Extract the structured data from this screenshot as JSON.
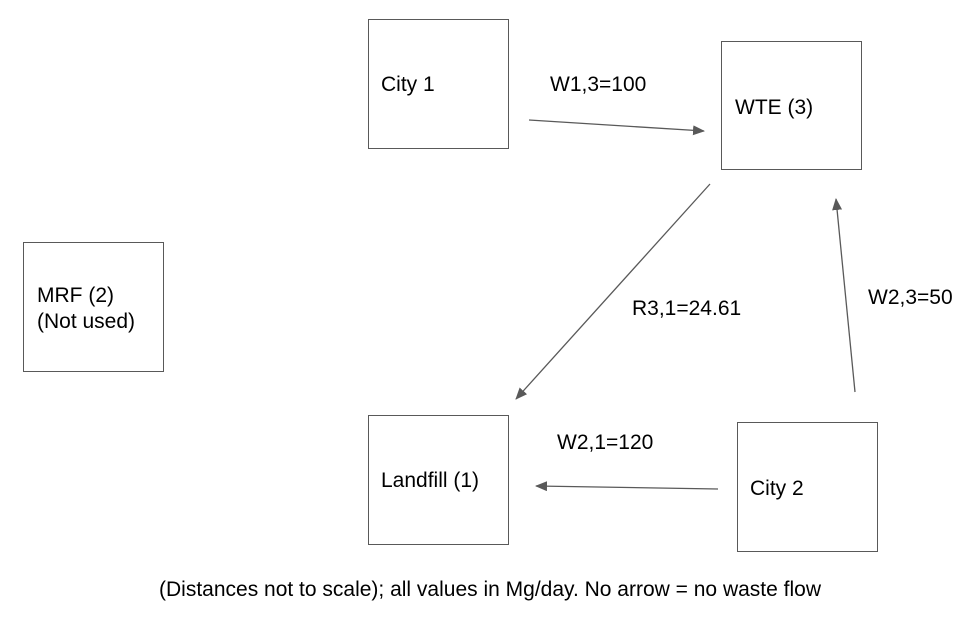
{
  "nodes": {
    "city1": {
      "label": "City 1"
    },
    "wte": {
      "label": "WTE (3)"
    },
    "mrf": {
      "line1": "MRF (2)",
      "line2": "(Not used)"
    },
    "landfill": {
      "label": "Landfill (1)"
    },
    "city2": {
      "label": "City 2"
    }
  },
  "flows": {
    "w13": "W1,3=100",
    "r31": "R3,1=24.61",
    "w23": "W2,3=50",
    "w21": "W2,1=120"
  },
  "footnote": "(Distances not to scale); all values in Mg/day. No arrow = no waste flow",
  "colors": {
    "box_border": "#595959",
    "arrow": "#595959",
    "text": "#000000",
    "background": "#ffffff"
  }
}
